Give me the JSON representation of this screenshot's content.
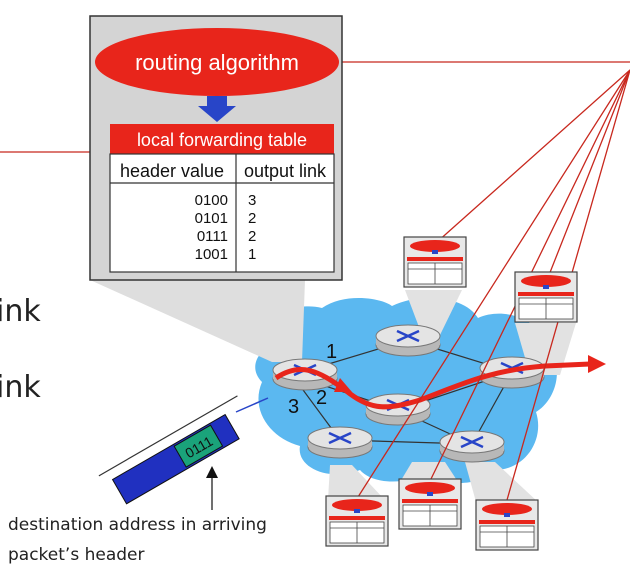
{
  "routing_box": {
    "algorithm_label": "routing algorithm",
    "table_title": "local forwarding table",
    "col_header_value": "header value",
    "col_header_link": "output link",
    "rows": [
      {
        "value": "0100",
        "link": "3"
      },
      {
        "value": "0101",
        "link": "2"
      },
      {
        "value": "0111",
        "link": "2"
      },
      {
        "value": "1001",
        "link": "1"
      }
    ]
  },
  "partial_text": {
    "line1": "ink",
    "line2": "ink"
  },
  "router_ports": {
    "port1": "1",
    "port2": "2",
    "port3": "3"
  },
  "packet": {
    "header_bits": "0111"
  },
  "caption": {
    "line1": "destination address in arriving",
    "line2": "packet’s header"
  },
  "colors": {
    "accent_red": "#e8251b",
    "network_blue": "#5bb8f0",
    "packet_blue": "#2030c0",
    "header_green": "#1aa37a",
    "box_gray": "#d4d4d4"
  }
}
